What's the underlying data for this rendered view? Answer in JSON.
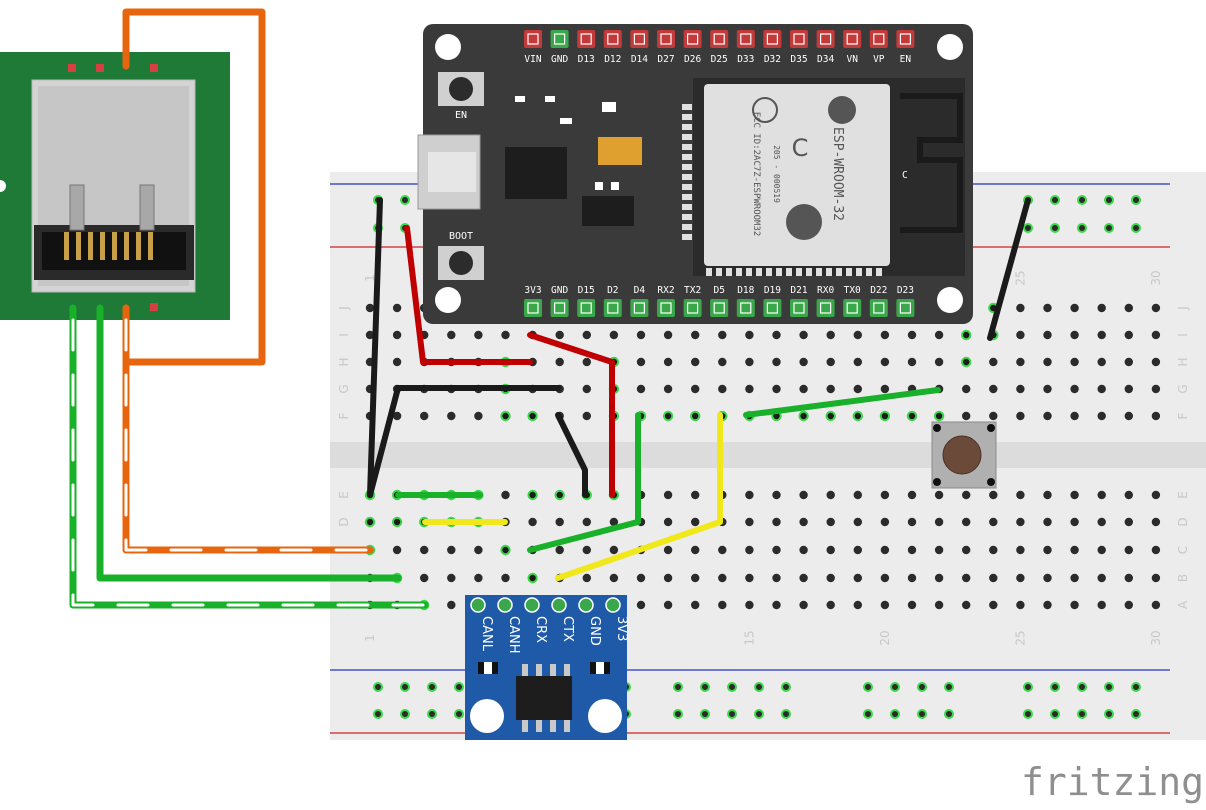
{
  "esp32": {
    "top_pins": [
      "VIN",
      "GND",
      "D13",
      "D12",
      "D14",
      "D27",
      "D26",
      "D25",
      "D33",
      "D32",
      "D35",
      "D34",
      "VN",
      "VP",
      "EN"
    ],
    "bottom_pins": [
      "3V3",
      "GND",
      "D15",
      "D2",
      "D4",
      "RX2",
      "TX2",
      "D5",
      "D18",
      "D19",
      "D21",
      "RX0",
      "TX0",
      "D22",
      "D23"
    ],
    "en_label": "EN",
    "boot_label": "BOOT",
    "module_text": "ESP-WROOM-32",
    "module_fcc": "FCC ID:2AC7Z-ESPWROOM32",
    "module_code": "205 - 000519",
    "module_c": "C"
  },
  "can_module": {
    "pins": [
      "CANL",
      "CANH",
      "CRX",
      "CTX",
      "GND",
      "3V3"
    ]
  },
  "breadboard": {
    "row_labels": [
      "J",
      "I",
      "H",
      "G",
      "F",
      "E",
      "D",
      "C",
      "B",
      "A"
    ],
    "col_labels": [
      "1",
      "15",
      "20",
      "25",
      "30"
    ]
  },
  "brand": "fritzing",
  "colors": {
    "board_bg": "#ececec",
    "esp_body": "#3a3a3a",
    "can_body": "#1f5aa8",
    "jack_pcb": "#1f7a38",
    "wire_black": "#1a1a1a",
    "wire_red": "#c00000",
    "wire_green": "#19b02a",
    "wire_yellow": "#f0e81a",
    "wire_orange": "#e8650f"
  }
}
